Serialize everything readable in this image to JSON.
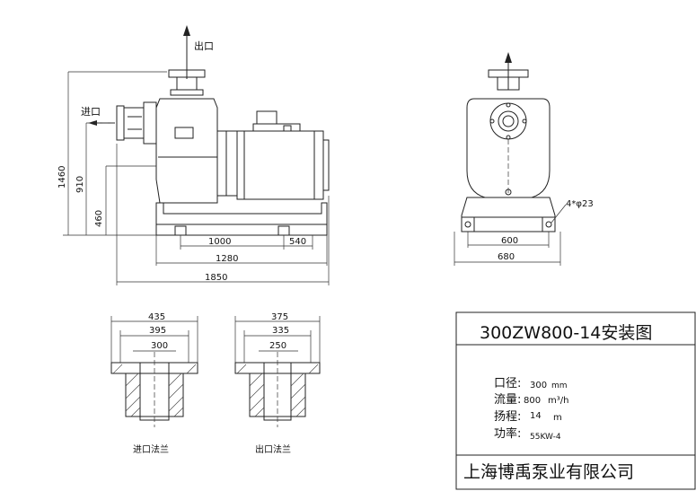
{
  "front_view": {
    "outlet_label": "出口",
    "inlet_label": "进口",
    "dim_height_total": "1460",
    "dim_height_inlet": "910",
    "dim_height_shaft": "460",
    "dim_feet_spacing": "1000",
    "dim_foot_right": "540",
    "dim_base_length": "1280",
    "dim_total_length": "1850"
  },
  "side_view": {
    "bolt_holes": "4*φ23",
    "dim_feet_spacing": "600",
    "dim_base_width": "680"
  },
  "inlet_flange": {
    "dim_outer": "435",
    "dim_bolt_circle": "395",
    "dim_bore": "300",
    "caption": "进口法兰"
  },
  "outlet_flange": {
    "dim_outer": "375",
    "dim_bolt_circle": "335",
    "dim_bore": "250",
    "caption": "出口法兰"
  },
  "title_block": {
    "drawing_title": "300ZW800-14安装图",
    "specs": [
      {
        "label": "口径:",
        "value": "300",
        "unit": "mm"
      },
      {
        "label": "流量:",
        "value": "800",
        "unit": "m³/h"
      },
      {
        "label": "扬程:",
        "value": "14",
        "unit": "m"
      },
      {
        "label": "功率:",
        "value": "55KW-4",
        "unit": ""
      }
    ],
    "company": "上海博禹泵业有限公司"
  }
}
